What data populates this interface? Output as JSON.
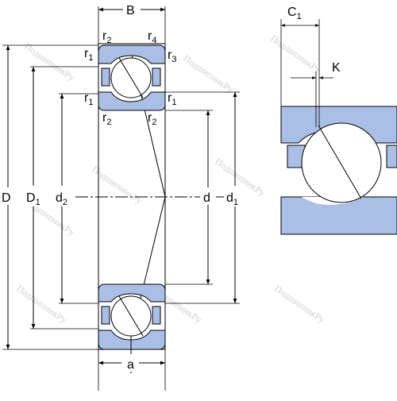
{
  "labels": {
    "B": "B",
    "C1_main": "C",
    "C1_sub": "1",
    "K": "K",
    "D": "D",
    "D1_main": "D",
    "D1_sub": "1",
    "d2_main": "d",
    "d2_sub": "2",
    "d": "d",
    "d1_main": "d",
    "d1_sub": "1",
    "a": "a",
    "r_main": "r",
    "r1_sub": "1",
    "r2_sub": "2",
    "r3_sub": "3",
    "r4_sub": "4"
  },
  "watermark": "ПодшипникРу",
  "colors": {
    "ring_fill": "#a9bfe6",
    "ball_fill": "#ffffff",
    "line": "#000000",
    "background": "#ffffff",
    "watermark": "#cfcfcf"
  }
}
